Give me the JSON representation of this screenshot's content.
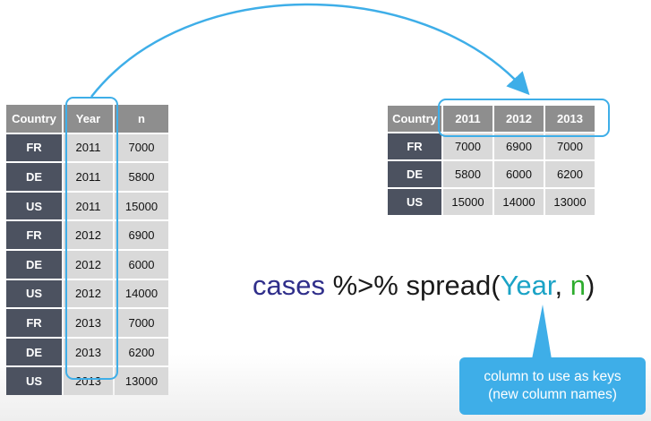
{
  "long_table": {
    "headers": [
      "Country",
      "Year",
      "n"
    ],
    "rows": [
      [
        "FR",
        "2011",
        "7000"
      ],
      [
        "DE",
        "2011",
        "5800"
      ],
      [
        "US",
        "2011",
        "15000"
      ],
      [
        "FR",
        "2012",
        "6900"
      ],
      [
        "DE",
        "2012",
        "6000"
      ],
      [
        "US",
        "2012",
        "14000"
      ],
      [
        "FR",
        "2013",
        "7000"
      ],
      [
        "DE",
        "2013",
        "6200"
      ],
      [
        "US",
        "2013",
        "13000"
      ]
    ]
  },
  "wide_table": {
    "headers": [
      "Country",
      "2011",
      "2012",
      "2013"
    ],
    "rows": [
      [
        "FR",
        "7000",
        "6900",
        "7000"
      ],
      [
        "DE",
        "5800",
        "6000",
        "6200"
      ],
      [
        "US",
        "15000",
        "14000",
        "13000"
      ]
    ]
  },
  "code": {
    "obj": "cases",
    "pipe": " %>% ",
    "fn": "spread(",
    "key": "Year",
    "sep": ", ",
    "value": "n",
    "close": ")"
  },
  "callout": {
    "line1": "column to use as keys",
    "line2": "(new column names)"
  },
  "colors": {
    "highlight": "#3eaee8",
    "key_cell": "#4c5260",
    "header_cell": "#8e8e8e",
    "value_cell": "#d9d9d9",
    "code_obj": "#2f2e8a",
    "code_key": "#1ba3c6",
    "code_value": "#2dac2d"
  }
}
